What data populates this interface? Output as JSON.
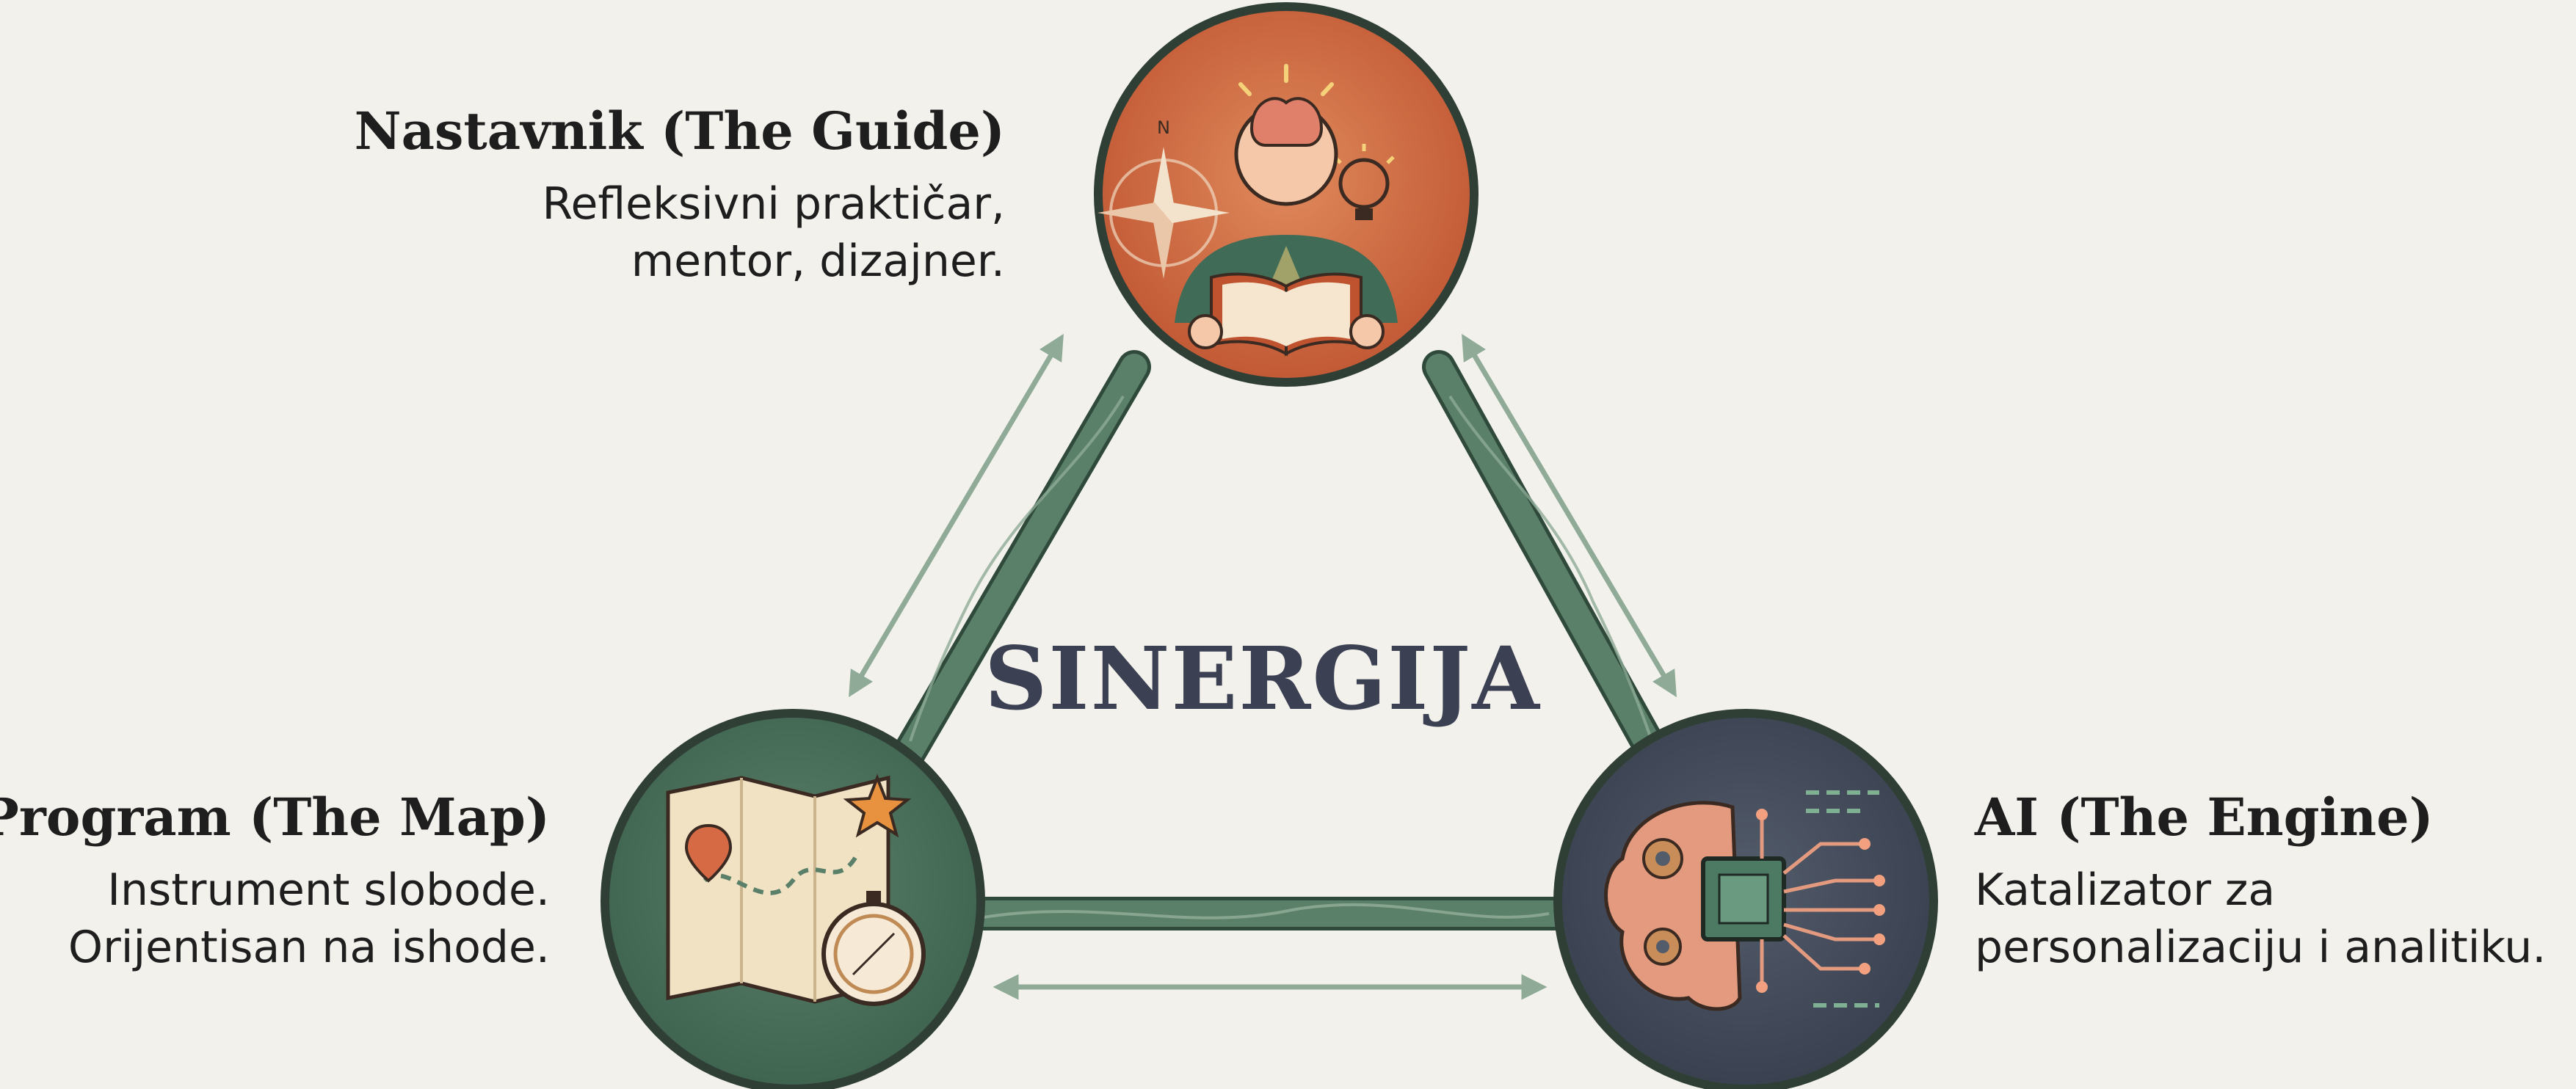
{
  "center": {
    "text": "SINERGIJA"
  },
  "nodes": {
    "guide": {
      "title": "Nastavnik (The Guide)",
      "desc_lines": [
        "Refleksivni praktičar,",
        "mentor, dizajner."
      ],
      "color": "#c8643f"
    },
    "map": {
      "title": "Program (The Map)",
      "desc_lines": [
        "Instrument slobode.",
        "Orijentisan na ishode."
      ],
      "color": "#4a6f5a"
    },
    "engine": {
      "title": "AI (The Engine)",
      "desc_lines": [
        "Katalizator za",
        "personalizaciju i analitiku."
      ],
      "color": "#434b59"
    }
  },
  "colors": {
    "background": "#f3f1ec",
    "connector": "#5b8069",
    "arrow": "#8fab97",
    "text": "#1e1e1e",
    "center_text": "#3b4152"
  }
}
